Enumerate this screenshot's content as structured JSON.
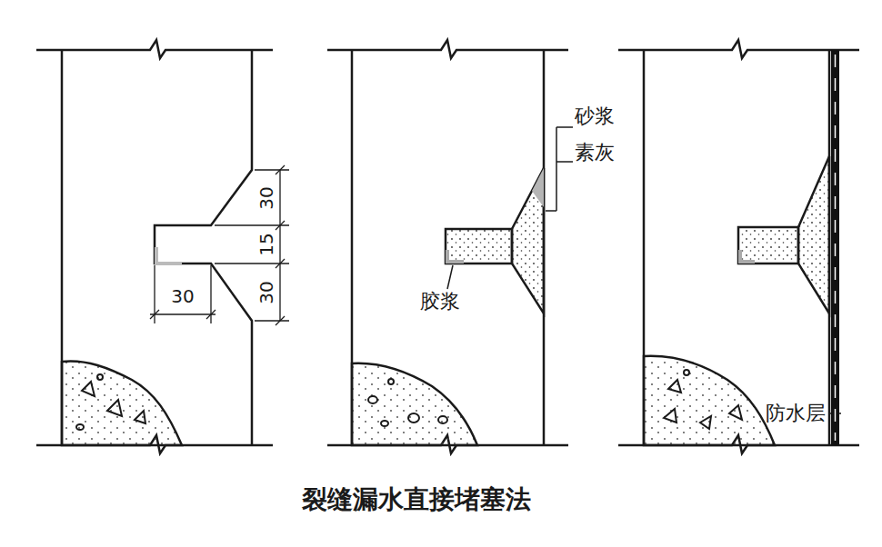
{
  "diagram": {
    "caption": "裂缝漏水直接堵塞法",
    "labels": [
      "30",
      "15",
      "30",
      "30",
      "砂浆",
      "素灰",
      "胶浆",
      "防水层"
    ]
  }
}
